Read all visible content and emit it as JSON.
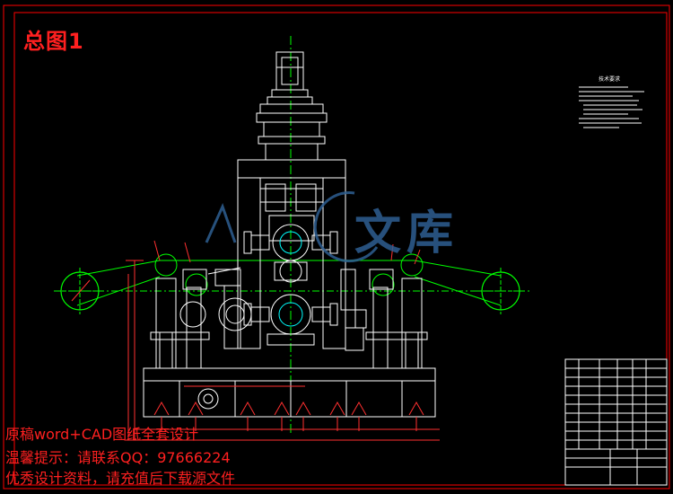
{
  "drawing": {
    "title": "总图1",
    "watermark": "文库",
    "notes_heading": "技术要求"
  },
  "promo": {
    "line1": "原稿word+CAD图纸全套设计",
    "line2": "温馨提示：请联系QQ：97666224",
    "line3": "优秀设计资料，请充值后下载源文件"
  },
  "colors": {
    "background": "#000000",
    "border": "#ff0000",
    "geometry": "#ffffff",
    "centerline": "#00ff00",
    "dimension": "#ff3030",
    "watermark": "#2e5f92"
  }
}
